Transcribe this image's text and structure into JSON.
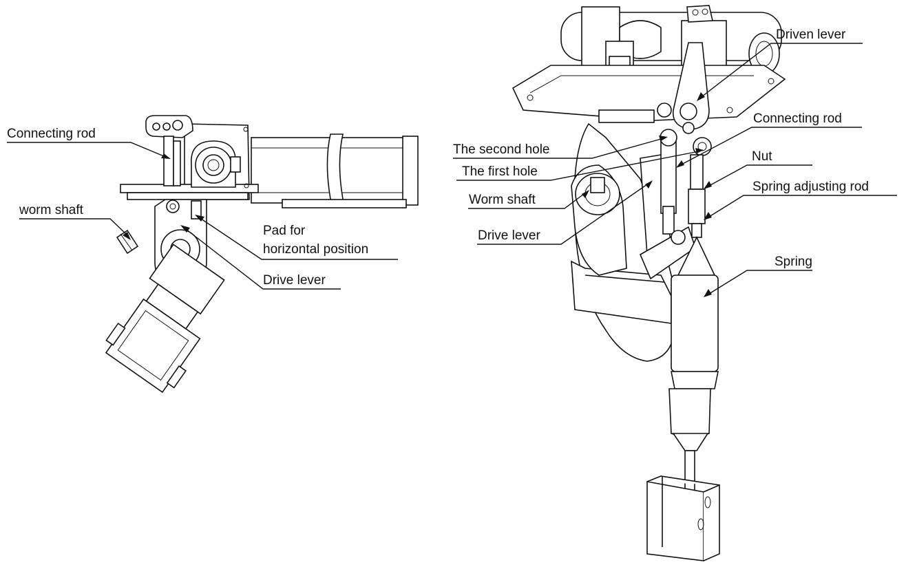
{
  "left_assembly": {
    "labels": {
      "connecting_rod": "Connecting rod",
      "worm_shaft": "worm shaft",
      "pad_line1": "Pad for",
      "pad_line2": "horizontal position",
      "drive_lever": "Drive lever"
    }
  },
  "right_assembly": {
    "labels": {
      "driven_lever": "Driven lever",
      "connecting_rod": "Connecting rod",
      "second_hole": "The second hole",
      "first_hole": "The first hole",
      "nut": "Nut",
      "worm_shaft": "Worm shaft",
      "spring_adjusting_rod": "Spring adjusting rod",
      "drive_lever": "Drive lever",
      "spring": "Spring"
    }
  }
}
